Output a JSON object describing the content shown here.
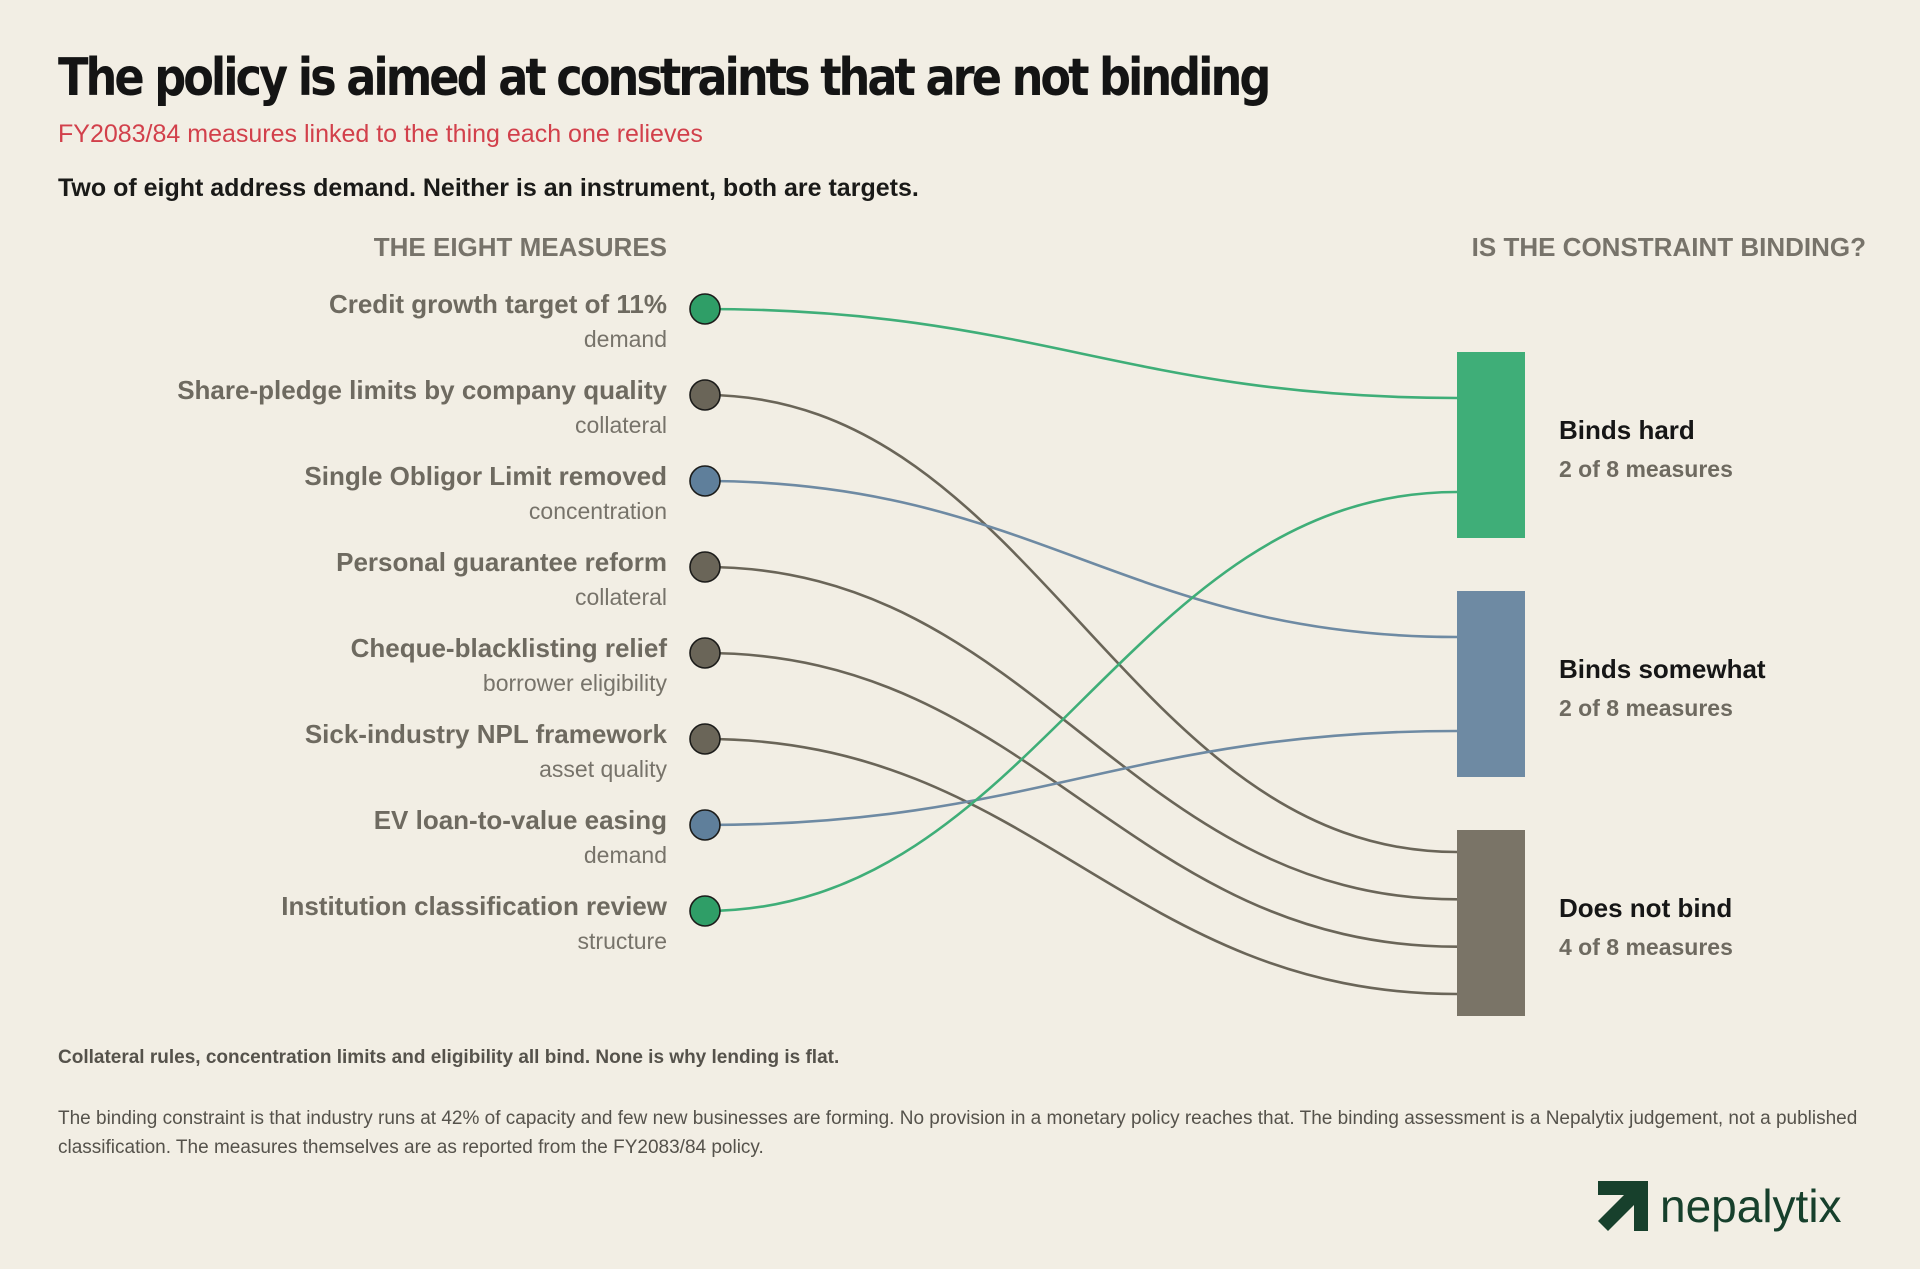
{
  "header": {
    "title": "The policy is aimed at constraints that are not binding",
    "subtitle": "FY2083/84 measures linked to the thing each one relieves",
    "lede": "Two of eight address demand. Neither is an instrument, both are targets."
  },
  "columns": {
    "left_heading": "THE EIGHT MEASURES",
    "right_heading": "IS THE CONSTRAINT BINDING?"
  },
  "colors": {
    "binds_hard": "#3fae78",
    "binds_hard_node": "#2f9e67",
    "binds_somewhat": "#6e8aa3",
    "binds_somewhat_node": "#5f7f9b",
    "does_not_bind": "#7a7467",
    "does_not_bind_node": "#6a6558",
    "link_grey": "#6a6558"
  },
  "measures": [
    {
      "label": "Credit growth target of 11%",
      "category": "demand",
      "target": "binds_hard",
      "highlight": true
    },
    {
      "label": "Share-pledge limits by company quality",
      "category": "collateral",
      "target": "does_not_bind",
      "highlight": false
    },
    {
      "label": "Single Obligor Limit removed",
      "category": "concentration",
      "target": "binds_somewhat",
      "highlight": false
    },
    {
      "label": "Personal guarantee reform",
      "category": "collateral",
      "target": "does_not_bind",
      "highlight": false
    },
    {
      "label": "Cheque-blacklisting relief",
      "category": "borrower eligibility",
      "target": "does_not_bind",
      "highlight": false
    },
    {
      "label": "Sick-industry NPL framework",
      "category": "asset quality",
      "target": "does_not_bind",
      "highlight": false
    },
    {
      "label": "EV loan-to-value easing",
      "category": "demand",
      "target": "binds_somewhat",
      "highlight": false
    },
    {
      "label": "Institution classification review",
      "category": "structure",
      "target": "binds_hard",
      "highlight": true
    }
  ],
  "outcomes": [
    {
      "key": "binds_hard",
      "label": "Binds hard",
      "count_text": "2 of 8 measures"
    },
    {
      "key": "binds_somewhat",
      "label": "Binds somewhat",
      "count_text": "2 of 8 measures"
    },
    {
      "key": "does_not_bind",
      "label": "Does not bind",
      "count_text": "4 of 8 measures"
    }
  ],
  "footer": {
    "summary": "Collateral rules, concentration limits and eligibility all bind. None is why lending is flat.",
    "note": "The binding constraint is that industry runs at 42% of capacity and few new businesses are forming. No provision in a monetary policy reaches that. The binding assessment is a Nepalytix judgement, not a published classification. The measures themselves are as reported from the FY2083/84 policy.",
    "brand": "nepalytix",
    "brand_color": "#17402c"
  }
}
